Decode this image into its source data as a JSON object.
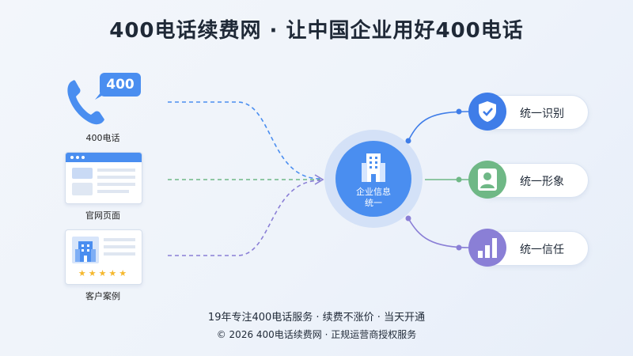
{
  "title": "400电话续费网 · 让中国企业用好400电话",
  "sources": [
    {
      "label": "400电话",
      "icon": "phone-icon",
      "badge": "400"
    },
    {
      "label": "官网页面",
      "icon": "webpage-icon"
    },
    {
      "label": "客户案例",
      "icon": "building-review-icon"
    }
  ],
  "center": {
    "label_line1": "企业信息",
    "label_line2": "统一",
    "icon": "building-icon"
  },
  "outputs": [
    {
      "label": "统一识别",
      "icon": "shield-check-icon",
      "color": "#3f7de8"
    },
    {
      "label": "统一形象",
      "icon": "person-icon",
      "color": "#6fb886"
    },
    {
      "label": "统一信任",
      "icon": "bar-chart-icon",
      "color": "#8a7fd6"
    }
  ],
  "colors": {
    "blue": "#4a8ef0",
    "green": "#6fb886",
    "purple": "#8a7fd6",
    "star": "#f5b82e"
  },
  "footer": {
    "line1": "19年专注400电话服务 · 续费不涨价 · 当天开通",
    "line2": "© 2026 400电话续费网 · 正规运营商授权服务"
  }
}
